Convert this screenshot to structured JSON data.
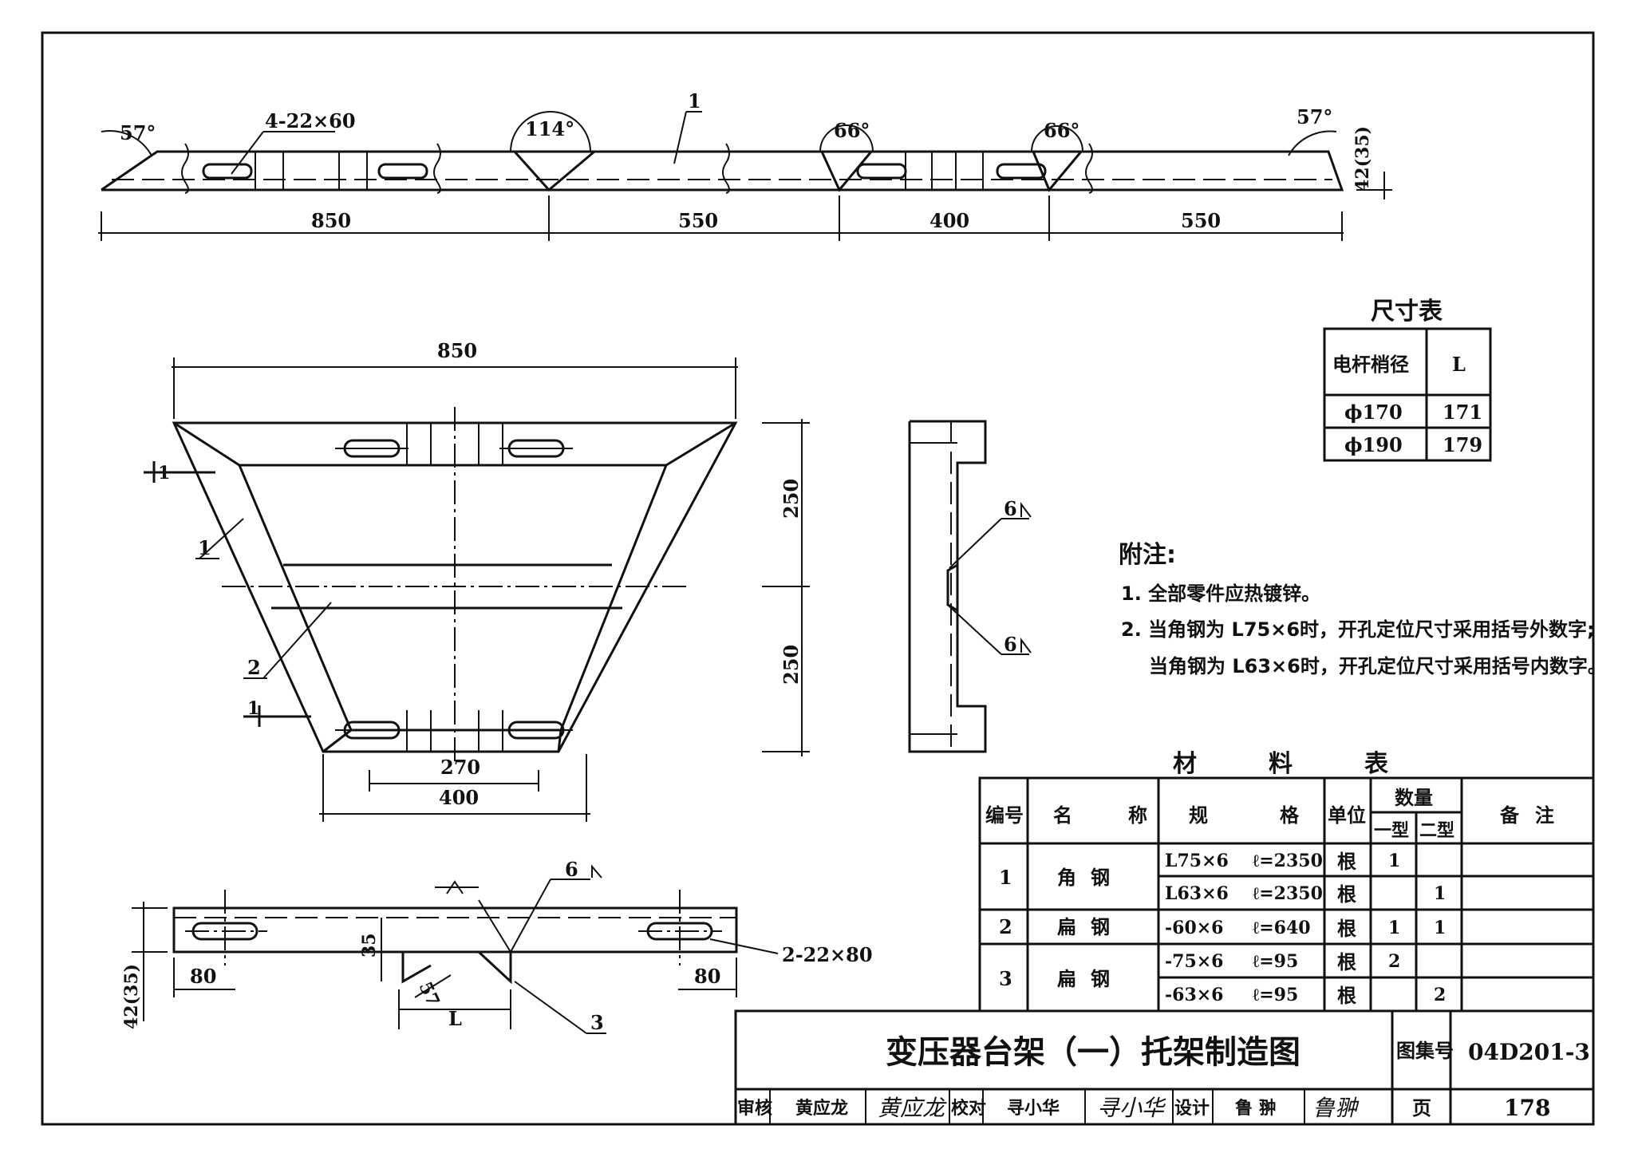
{
  "top_view": {
    "angles": [
      "57°",
      "114°",
      "66°",
      "66°",
      "57°"
    ],
    "hole_label": "4-22×60",
    "part_label": "1",
    "height_label": "42(35)",
    "dims": [
      "850",
      "550",
      "400",
      "550"
    ]
  },
  "plan_view": {
    "width": "850",
    "heights": [
      "250",
      "250"
    ],
    "bottom_dims": [
      "270",
      "400"
    ],
    "section_marks": [
      "1",
      "1"
    ],
    "part_labels": [
      "1",
      "2"
    ]
  },
  "side_view": {
    "weld_labels": [
      "6",
      "6"
    ]
  },
  "bottom_view": {
    "dims": [
      "80",
      "80",
      "35",
      "57",
      "L",
      "42(35)"
    ],
    "weld_label": "6",
    "hole_label": "2-22×80",
    "part_label": "3"
  },
  "size_table": {
    "title": "尺寸表",
    "headers": [
      "电杆梢径",
      "L"
    ],
    "rows": [
      [
        "ϕ170",
        "171"
      ],
      [
        "ϕ190",
        "179"
      ]
    ]
  },
  "notes": {
    "title": "附注:",
    "items": [
      "1. 全部零件应热镀锌。",
      "2. 当角钢为 L75×6时，开孔定位尺寸采用括号外数字;",
      "当角钢为 L63×6时，开孔定位尺寸采用括号内数字。"
    ]
  },
  "material_table": {
    "title": "材料表",
    "headers": {
      "no": "编号",
      "name": "名称",
      "spec": "规格",
      "unit": "单位",
      "qty": "数量",
      "type1": "一型",
      "type2": "二型",
      "remark": "备注"
    },
    "rows": [
      {
        "no": "1",
        "name": "角钢",
        "spec": "L75×6",
        "len": "ℓ=2350",
        "unit": "根",
        "t1": "1",
        "t2": ""
      },
      {
        "no": "",
        "name": "",
        "spec": "L63×6",
        "len": "ℓ=2350",
        "unit": "根",
        "t1": "",
        "t2": "1"
      },
      {
        "no": "2",
        "name": "扁钢",
        "spec": "-60×6",
        "len": "ℓ=640",
        "unit": "根",
        "t1": "1",
        "t2": "1"
      },
      {
        "no": "3",
        "name": "扁钢",
        "spec": "-75×6",
        "len": "ℓ=95",
        "unit": "根",
        "t1": "2",
        "t2": ""
      },
      {
        "no": "",
        "name": "",
        "spec": "-63×6",
        "len": "ℓ=95",
        "unit": "根",
        "t1": "",
        "t2": "2"
      }
    ]
  },
  "title_block": {
    "title": "变压器台架（一）托架制造图",
    "atlas_label": "图集号",
    "atlas_no": "04D201-3",
    "review_label": "审核",
    "reviewer": "黄应龙",
    "check_label": "校对",
    "checker": "寻小华",
    "design_label": "设计",
    "designer": "鲁 翀",
    "page_label": "页",
    "page_no": "178"
  }
}
